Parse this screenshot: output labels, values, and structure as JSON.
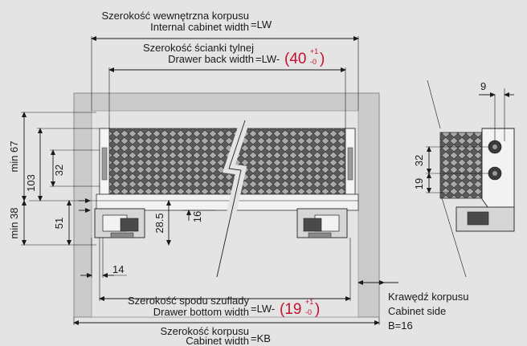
{
  "colors": {
    "background": "#e4e4e4",
    "cabinet": "#cbcbcb",
    "accent": "#c8102e",
    "ink": "#1a1a1a"
  },
  "labels": {
    "internal_width_pl": "Szerokość wewnętrzna korpusu",
    "internal_width_en": "Internal cabinet width",
    "internal_width_eq": "=LW",
    "back_width_pl": "Szerokość ścianki tylnej",
    "back_width_en": "Drawer back width",
    "back_width_eq": "=LW-",
    "back_width_value": "(40",
    "back_width_tol_plus": "+1",
    "back_width_tol_minus": "-0",
    "back_width_close": ")",
    "bottom_width_pl": "Szerokość spodu szuflady",
    "bottom_width_en": "Drawer bottom width",
    "bottom_width_eq": "=LW-",
    "bottom_width_value": "(19",
    "bottom_width_tol_plus": "+1",
    "bottom_width_tol_minus": "-0",
    "bottom_width_close": ")",
    "cabinet_width_pl": "Szerokość korpusu",
    "cabinet_width_en": "Cabinet width",
    "cabinet_width_eq": "=KB",
    "cabinet_side_pl": "Krawędź korpusu",
    "cabinet_side_en": "Cabinet side",
    "cabinet_side_b": "B=16"
  },
  "dimensions": {
    "min67": "min 67",
    "min38": "min 38",
    "d103": "103",
    "d32": "32",
    "d51": "51",
    "d28_5": "28.5",
    "d16": "16",
    "d14": "14",
    "detail_9": "9",
    "detail_32": "32",
    "detail_19": "19"
  }
}
